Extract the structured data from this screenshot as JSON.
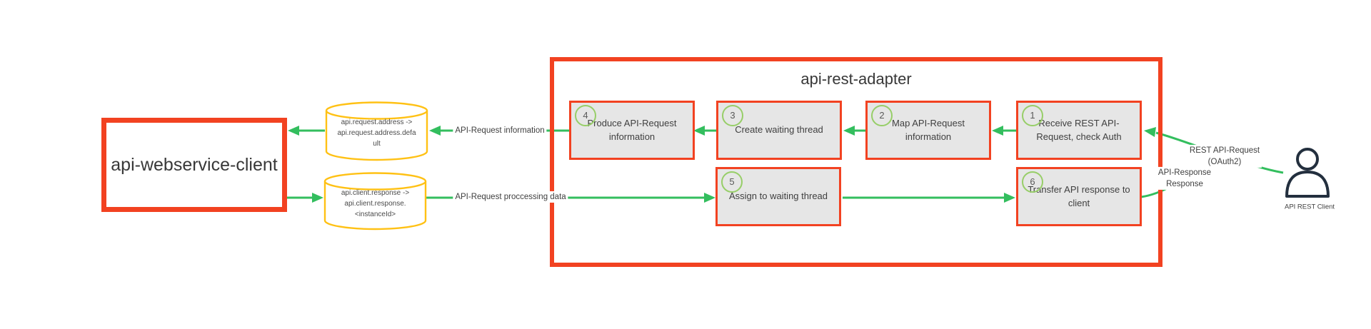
{
  "diagram": {
    "client": {
      "label": "api-webservice-client"
    },
    "adapter": {
      "title": "api-rest-adapter",
      "steps": [
        {
          "num": "1",
          "label": "Receive REST API-Request, check Auth"
        },
        {
          "num": "2",
          "label": "Map API-Request information"
        },
        {
          "num": "3",
          "label": "Create waiting thread"
        },
        {
          "num": "4",
          "label": "Produce API-Request information"
        },
        {
          "num": "5",
          "label": "Assign to waiting thread"
        },
        {
          "num": "6",
          "label": "Transfer API response to client"
        }
      ]
    },
    "datastores": [
      {
        "label": "api.request.address -> api.request.address.default"
      },
      {
        "label": "api.client.response -> api.client.response.<instanceId>"
      }
    ],
    "edges": {
      "request_information": "API-Request information",
      "request_processing": "API-Request proccessing data",
      "rest_request_line1": "REST API-Request",
      "rest_request_line2": "(OAuth2)",
      "response_line1": "API-Response",
      "response_line2": "Response"
    },
    "actor": {
      "label": "API REST Client"
    },
    "colors": {
      "accent_red": "#f24221",
      "arrow_green": "#33be5e",
      "cylinder_gold": "#ffc114",
      "step_fill": "#e6e6e6",
      "badge_green": "#97ce68",
      "actor_navy": "#232f3e",
      "text": "#3f3f3f"
    }
  }
}
